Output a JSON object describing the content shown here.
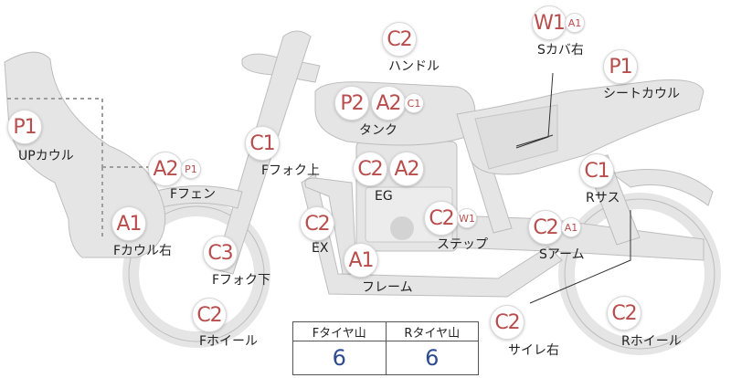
{
  "parts": [
    {
      "id": "up-cowl",
      "label": "UPカウル",
      "grades": [
        "P1"
      ]
    },
    {
      "id": "f-fender",
      "label": "Fフェン",
      "grades": [
        "A2",
        "P1"
      ]
    },
    {
      "id": "f-cowl-right",
      "label": "Fカウル右",
      "grades": [
        "A1"
      ]
    },
    {
      "id": "f-fork-upper",
      "label": "Fフォク上",
      "grades": [
        "C1"
      ]
    },
    {
      "id": "f-fork-lower",
      "label": "Fフォク下",
      "grades": [
        "C3"
      ]
    },
    {
      "id": "f-wheel",
      "label": "Fホイール",
      "grades": [
        "C2"
      ]
    },
    {
      "id": "handle",
      "label": "ハンドル",
      "grades": [
        "C2"
      ]
    },
    {
      "id": "tank",
      "label": "タンク",
      "grades": [
        "P2",
        "A2",
        "C1"
      ]
    },
    {
      "id": "eg",
      "label": "EG",
      "grades": [
        "C2",
        "A2"
      ]
    },
    {
      "id": "ex",
      "label": "EX",
      "grades": [
        "C2"
      ]
    },
    {
      "id": "frame",
      "label": "フレーム",
      "grades": [
        "A1"
      ]
    },
    {
      "id": "step",
      "label": "ステップ",
      "grades": [
        "C2",
        "W1"
      ]
    },
    {
      "id": "s-cover-right",
      "label": "Sカバ右",
      "grades": [
        "W1",
        "A1"
      ]
    },
    {
      "id": "seat-cowl",
      "label": "シートカウル",
      "grades": [
        "P1"
      ]
    },
    {
      "id": "r-sus",
      "label": "Rサス",
      "grades": [
        "C1"
      ]
    },
    {
      "id": "s-arm",
      "label": "Sアーム",
      "grades": [
        "C2",
        "A1"
      ]
    },
    {
      "id": "silencer-right",
      "label": "サイレ右",
      "grades": [
        "C2"
      ]
    },
    {
      "id": "r-wheel",
      "label": "Rホイール",
      "grades": [
        "C2"
      ]
    }
  ],
  "tire_table": {
    "headers": [
      "Fタイヤ山",
      "Rタイヤ山"
    ],
    "values": [
      "6",
      "6"
    ]
  }
}
